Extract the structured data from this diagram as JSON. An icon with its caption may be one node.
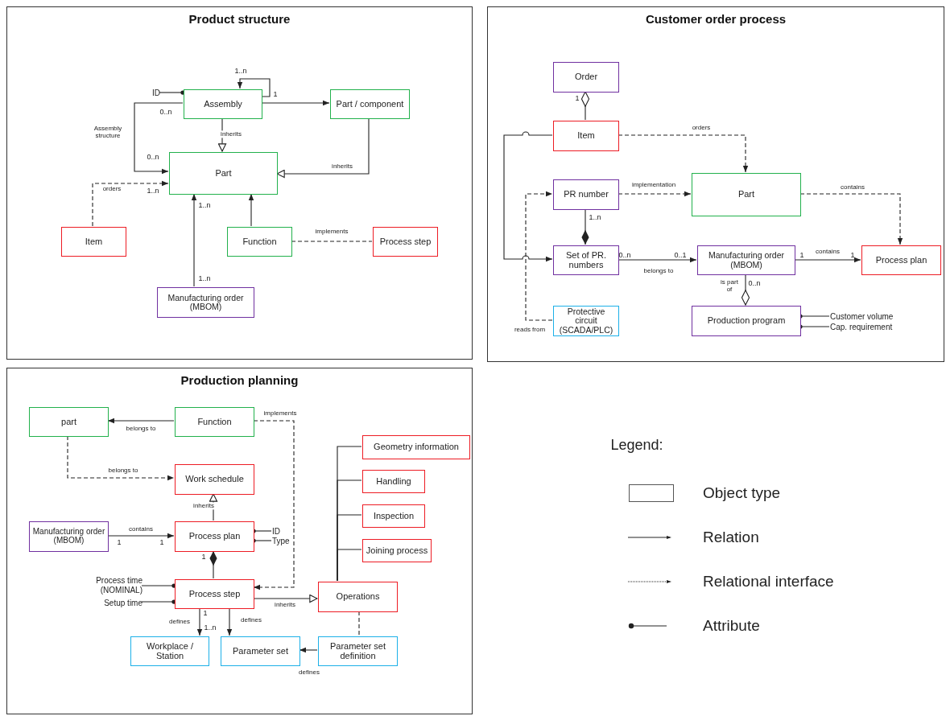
{
  "diagram": {
    "nodes": [
      {
        "text": [
          "Product structure"
        ]
      },
      {
        "text": [
          "Assembly"
        ],
        "in": 0
      },
      {
        "text": [
          "Part / component"
        ],
        "in": 0
      },
      {
        "text": [
          "Part"
        ],
        "in": 0
      },
      {
        "text": [
          "Item"
        ],
        "in": 0
      },
      {
        "text": [
          "Function"
        ],
        "in": 0
      },
      {
        "text": [
          "Process step"
        ],
        "in": 0
      },
      {
        "text": [
          "Manufacturing order (MBOM)"
        ],
        "in": 0
      },
      {
        "text": [
          "ID"
        ],
        "in": 0
      },
      {
        "text": [
          "Customer order process"
        ]
      },
      {
        "text": [
          "Order"
        ],
        "in": 9
      },
      {
        "text": [
          "Item"
        ],
        "in": 9
      },
      {
        "text": [
          "PR number"
        ],
        "in": 9
      },
      {
        "text": [
          "Part"
        ],
        "in": 9
      },
      {
        "text": [
          "Set of PR. numbers"
        ],
        "in": 9
      },
      {
        "text": [
          "Manufacturing order (MBOM)"
        ],
        "in": 9
      },
      {
        "text": [
          "Process plan"
        ],
        "in": 9
      },
      {
        "text": [
          "Protective circuit (SCADA/PLC)"
        ],
        "in": 9
      },
      {
        "text": [
          "Production program"
        ],
        "in": 9
      },
      {
        "text": [
          "Customer volume"
        ],
        "in": 9
      },
      {
        "text": [
          "Cap. requirement"
        ],
        "in": 9
      },
      {
        "text": [
          "Production planning"
        ]
      },
      {
        "text": [
          "part"
        ],
        "in": 21
      },
      {
        "text": [
          "Function"
        ],
        "in": 21
      },
      {
        "text": [
          "Work schedule"
        ],
        "in": 21
      },
      {
        "text": [
          "Manufacturing order (MBOM)"
        ],
        "in": 21
      },
      {
        "text": [
          "Process plan"
        ],
        "in": 21
      },
      {
        "text": [
          "Process step"
        ],
        "in": 21
      },
      {
        "text": [
          "Geometry information"
        ],
        "in": 21
      },
      {
        "text": [
          "Handling"
        ],
        "in": 21
      },
      {
        "text": [
          "Inspection"
        ],
        "in": 21
      },
      {
        "text": [
          "Joining process"
        ],
        "in": 21
      },
      {
        "text": [
          "Operations"
        ],
        "in": 21
      },
      {
        "text": [
          "Workplace / Station"
        ],
        "in": 21
      },
      {
        "text": [
          "Parameter set"
        ],
        "in": 21
      },
      {
        "text": [
          "Parameter set definition"
        ],
        "in": 21
      },
      {
        "text": [
          "ID"
        ],
        "in": 21
      },
      {
        "text": [
          "Type"
        ],
        "in": 21
      },
      {
        "text": [
          "Process time (NOMINAL)"
        ],
        "in": 21
      },
      {
        "text": [
          "Setup time"
        ],
        "in": 21
      }
    ],
    "edges": [
      {
        "from": 1,
        "to": 1,
        "arrow": "to"
      },
      {
        "from": 8,
        "to": 1,
        "arrow": "other"
      },
      {
        "from": 1,
        "to": 2,
        "arrow": "to"
      },
      {
        "from": 1,
        "to": 3,
        "arrow": "to",
        "label": "Assembly structure"
      },
      {
        "from": 1,
        "to": 3,
        "arrow": "to",
        "label": "inherits"
      },
      {
        "from": 2,
        "to": 3,
        "arrow": "to",
        "label": "inherits"
      },
      {
        "from": 4,
        "to": 3,
        "arrow": "to",
        "label": "orders",
        "style": "dashed"
      },
      {
        "from": 7,
        "to": 3,
        "arrow": "to"
      },
      {
        "from": 5,
        "to": 3,
        "arrow": "to"
      },
      {
        "from": 5,
        "to": 6,
        "arrow": "none",
        "label": "implements",
        "style": "dashed"
      },
      {
        "from": 11,
        "to": 10,
        "arrow": "other"
      },
      {
        "from": 11,
        "to": 13,
        "arrow": "to",
        "label": "orders",
        "style": "dashed"
      },
      {
        "from": 11,
        "to": 14,
        "arrow": "to"
      },
      {
        "from": 12,
        "to": 13,
        "arrow": "to",
        "label": "implementation",
        "style": "dashed"
      },
      {
        "from": 12,
        "to": 14,
        "arrow": "other"
      },
      {
        "from": 13,
        "to": 16,
        "arrow": "to",
        "label": "contains",
        "style": "dashed"
      },
      {
        "from": 14,
        "to": 15,
        "arrow": "to",
        "label": "belongs to"
      },
      {
        "from": 15,
        "to": 16,
        "arrow": "to",
        "label": "contains"
      },
      {
        "from": 15,
        "to": 18,
        "arrow": "other",
        "label": "is part of"
      },
      {
        "from": 17,
        "to": 12,
        "arrow": "to",
        "label": "reads from",
        "style": "dashed"
      },
      {
        "from": 19,
        "to": 18,
        "arrow": "other"
      },
      {
        "from": 20,
        "to": 18,
        "arrow": "other"
      },
      {
        "from": 23,
        "to": 22,
        "arrow": "to",
        "label": "belongs to"
      },
      {
        "from": 22,
        "to": 24,
        "arrow": "to",
        "label": "belongs to",
        "style": "dashed"
      },
      {
        "from": 23,
        "to": 27,
        "arrow": "to",
        "label": "implements",
        "style": "dashed"
      },
      {
        "from": 26,
        "to": 24,
        "arrow": "to",
        "label": "inherits"
      },
      {
        "from": 25,
        "to": 26,
        "arrow": "to",
        "label": "contains"
      },
      {
        "from": 27,
        "to": 26,
        "arrow": "other"
      },
      {
        "from": 36,
        "to": 26,
        "arrow": "other"
      },
      {
        "from": 37,
        "to": 26,
        "arrow": "other"
      },
      {
        "from": 38,
        "to": 27,
        "arrow": "other"
      },
      {
        "from": 39,
        "to": 27,
        "arrow": "other"
      },
      {
        "from": 27,
        "to": 32,
        "arrow": "to",
        "label": "inherits"
      },
      {
        "from": 27,
        "to": 33,
        "arrow": "to",
        "label": "defines"
      },
      {
        "from": 27,
        "to": 34,
        "arrow": "to",
        "label": "defines"
      },
      {
        "from": 35,
        "to": 34,
        "arrow": "to",
        "label": "defines"
      },
      {
        "from": 32,
        "to": 35,
        "arrow": "none",
        "style": "dashed"
      },
      {
        "from": 32,
        "to": 28,
        "arrow": "none"
      },
      {
        "from": 32,
        "to": 29,
        "arrow": "none"
      },
      {
        "from": 32,
        "to": 30,
        "arrow": "none"
      },
      {
        "from": 32,
        "to": 31,
        "arrow": "none"
      }
    ],
    "labels": [
      "1..n",
      "1",
      "0..n",
      "0..n",
      "1..n",
      "1..n",
      "1..n",
      "1",
      "1..n",
      "0..n",
      "0..1",
      "1",
      "1",
      "0..n",
      "1",
      "1",
      "1",
      "1",
      "1..n",
      "Legend:"
    ],
    "legend": [
      {
        "text": "Object type"
      },
      {
        "text": "Relation"
      },
      {
        "text": "Relational interface"
      },
      {
        "text": "Attribute"
      }
    ]
  }
}
